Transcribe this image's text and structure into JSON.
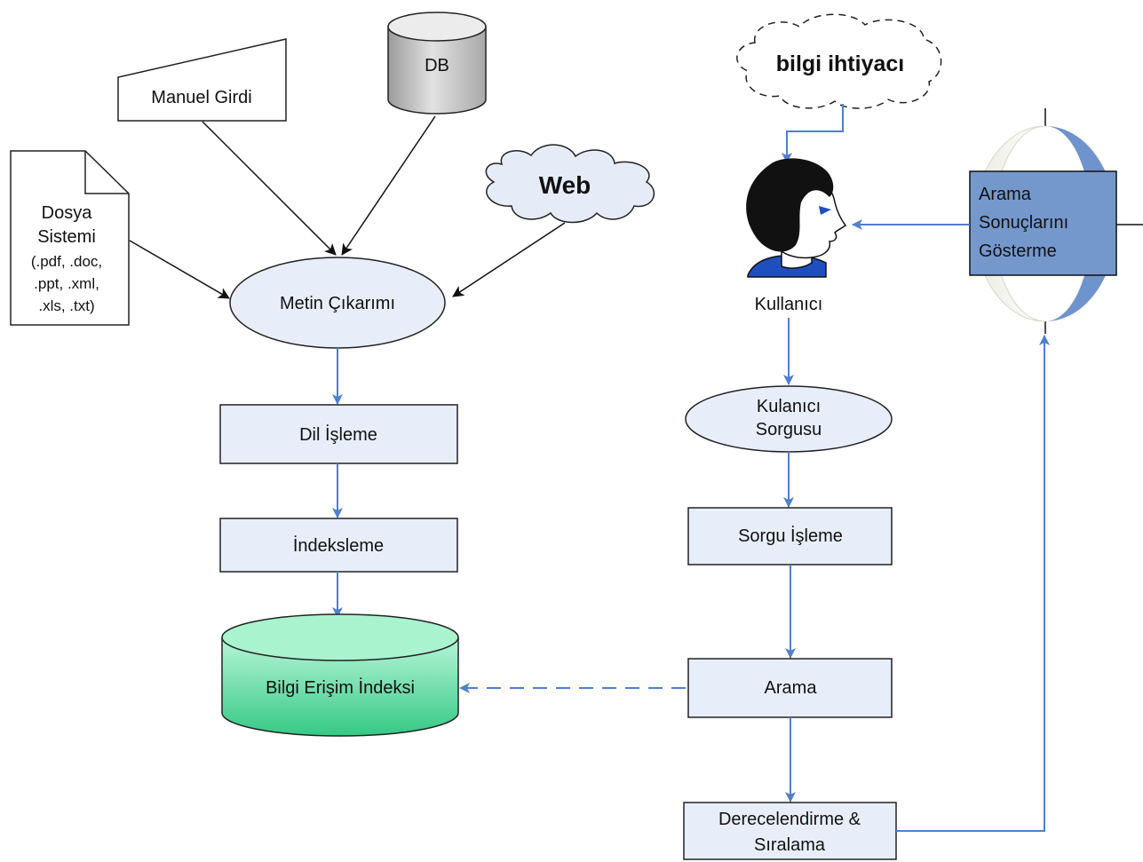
{
  "nodes": {
    "manuel_girdi": "Manuel Girdi",
    "db": "DB",
    "web": "Web",
    "dosya": [
      "Dosya",
      "Sistemi",
      "(.pdf, .doc,",
      ".ppt, .xml,",
      ".xls, .txt)"
    ],
    "metin_cikarimi": "Metin Çıkarımı",
    "dil_isleme": "Dil İşleme",
    "indeksleme": "İndeksleme",
    "bilgi_erisim_indeksi": "Bilgi Erişim İndeksi",
    "bilgi_ihtiyaci": "bilgi ihtiyacı",
    "kullanici": "Kullanıcı",
    "kullanici_sorgusu": [
      "Kulanıcı",
      "Sorgusu"
    ],
    "sorgu_isleme": "Sorgu İşleme",
    "arama": "Arama",
    "derecelendirme": [
      "Derecelendirme &",
      "Sıralama"
    ],
    "sonuclar": [
      "Arama",
      "Sonuçlarını",
      "Gösterme"
    ]
  },
  "colors": {
    "box_fill": "#e8eef9",
    "arrow_blue": "#4f7fcf",
    "arrow_black": "#111111",
    "index_green": "#5fe0a6",
    "panel_blue": "#7598cc",
    "db_gray": "#c8c8c8"
  }
}
